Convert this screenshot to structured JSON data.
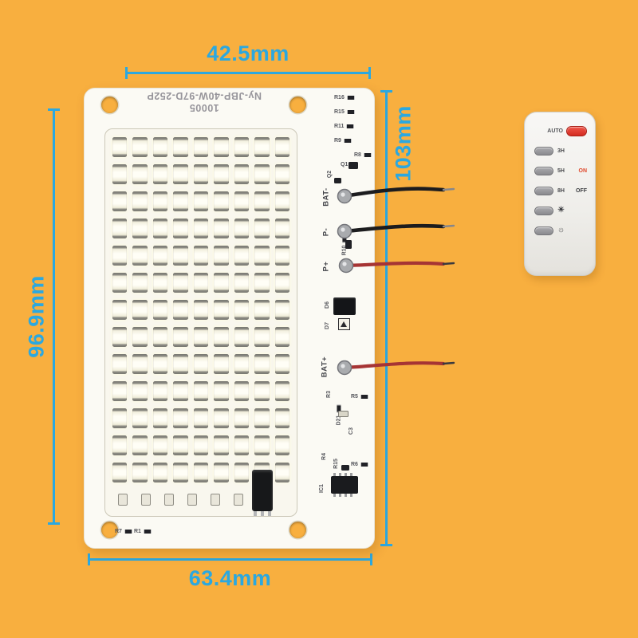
{
  "colors": {
    "background": "#F8AF3F",
    "dimension": "#2BA8E0",
    "wire_black": "#1c1c1e",
    "wire_red": "#A63434",
    "remote_red": "#E6392E"
  },
  "dimensions": {
    "top_label": "42.5mm",
    "bottom_label": "63.4mm",
    "left_label": "96.9mm",
    "right_label": "103mm"
  },
  "pcb": {
    "model_text": "Ny-JBP-40W-97D-252P",
    "serial_text": "10005",
    "led_grid": {
      "cols": 9,
      "rows": 13
    },
    "terminals": [
      "BAT-",
      "P-",
      "P+",
      "BAT+"
    ],
    "components": [
      "R16",
      "R15",
      "R11",
      "R9",
      "R8",
      "Q1",
      "Q2",
      "R10",
      "D6",
      "D7",
      "R3",
      "R5",
      "D21",
      "C3",
      "R4",
      "R15",
      "R6",
      "IC1",
      "R7",
      "R1"
    ]
  },
  "remote": {
    "auto_label": "AUTO",
    "timer_labels": [
      "3H",
      "5H",
      "8H"
    ],
    "on_label": "ON",
    "off_label": "OFF",
    "brightness_icons": [
      "☀",
      "☼"
    ]
  }
}
